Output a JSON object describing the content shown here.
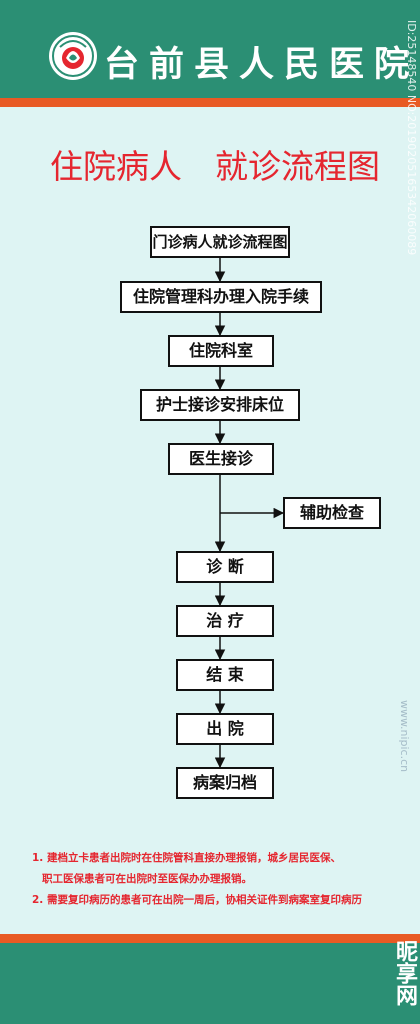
{
  "header": {
    "hospital_name": "台前县人民医院"
  },
  "title": "住院病人　就诊流程图",
  "flow": {
    "steps": [
      "门诊病人就诊流程图",
      "住院管理科办理入院手续",
      "住院科室",
      "护士接诊安排床位",
      "医生接诊",
      "诊 断",
      "治 疗",
      "结 束",
      "出 院",
      "病案归档"
    ],
    "branch": "辅助检查"
  },
  "notes": [
    "1. 建档立卡患者出院时在住院管科直接办理报销，城乡居民医保、",
    "职工医保患者可在出院时至医保办办理报销。",
    "2. 需要复印病历的患者可在出院一周后，协相关证件到病案室复印病历"
  ],
  "watermarks": {
    "side_id": "ID:25148540 NO:20190205165342060089",
    "url": "www.nipic.cn",
    "brand": "昵享网"
  },
  "colors": {
    "header_green": "#2b8f74",
    "stripe_orange": "#e85a24",
    "background": "#def4f3",
    "title_red": "#e5262f"
  }
}
